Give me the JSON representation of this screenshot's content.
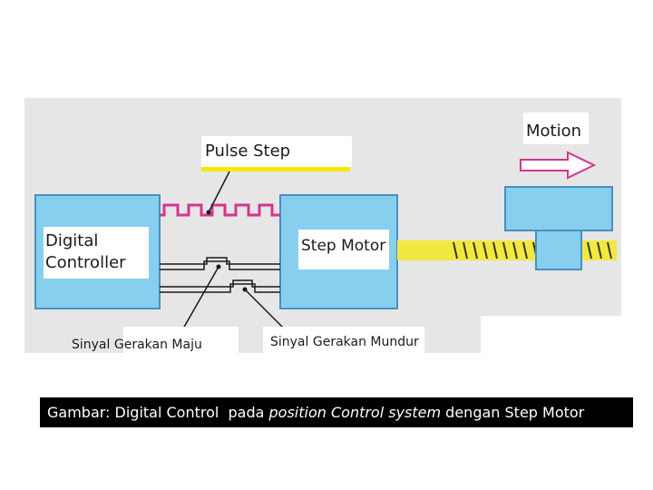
{
  "diagram": {
    "label_pulse_step": "Pulse Step",
    "label_motion": "Motion",
    "label_digital_controller_line1": "Digital",
    "label_digital_controller_line2": "Controller",
    "label_step_motor": "Step Motor",
    "label_forward_signal": "Sinyal Gerakan Maju",
    "label_reverse_signal": "Sinyal Gerakan Mundur"
  },
  "caption": {
    "part1": "Gambar: Digital Control  pada ",
    "part2_italic": "position Control system",
    "part3": " dengan Step Motor"
  },
  "colors": {
    "panel_background": "#e6e6e6",
    "block_fill": "#87cfee",
    "block_stroke": "#4a8fc0",
    "pulse_signal": "#d4358f",
    "highlight_underline": "#f7e800",
    "screw_shaft": "#f2e840",
    "motion_arrow": "#d4358f"
  }
}
